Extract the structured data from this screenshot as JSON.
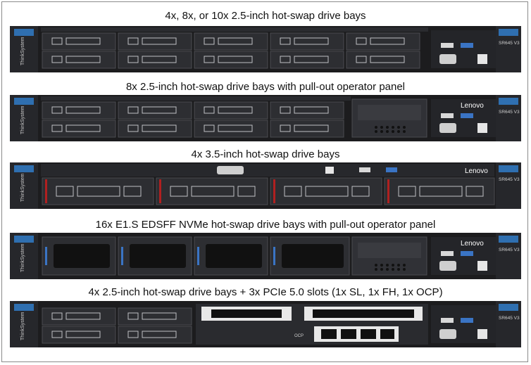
{
  "configs": [
    {
      "caption": "4x, 8x, or 10x 2.5-inch hot-swap drive bays",
      "brand": "ThinkSystem",
      "model": "SR645 V3",
      "logo": ""
    },
    {
      "caption": "8x 2.5-inch hot-swap drive bays with pull-out operator panel",
      "brand": "ThinkSystem",
      "model": "SR645 V3",
      "logo": "Lenovo"
    },
    {
      "caption": "4x 3.5-inch hot-swap drive bays",
      "brand": "ThinkSystem",
      "model": "SR645 V3",
      "logo": "Lenovo"
    },
    {
      "caption": "16x E1.S EDSFF NVMe hot-swap drive bays with pull-out operator panel",
      "brand": "ThinkSystem",
      "model": "SR645 V3",
      "logo": "Lenovo"
    },
    {
      "caption": "4x 2.5-inch hot-swap drive bays + 3x PCIe 5.0 slots (1x SL, 1x FH, 1x OCP)",
      "brand": "ThinkSystem",
      "model": "SR645 V3",
      "logo": "",
      "ocp_label": "OCP"
    }
  ]
}
